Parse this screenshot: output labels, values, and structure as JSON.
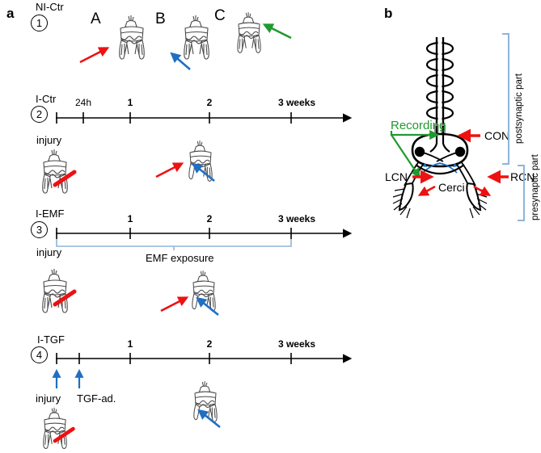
{
  "figure": {
    "panels": [
      {
        "letter": "a",
        "name": "experimental-timeline-panel"
      },
      {
        "letter": "b",
        "name": "cricket-nervous-system-panel"
      }
    ]
  },
  "panel_a": {
    "letter": "a",
    "row1": {
      "group_label": "NI-Ctr",
      "number": "1",
      "specimens": [
        {
          "label": "A",
          "arrow": "red-arrow",
          "arrow_color": "#ee1111"
        },
        {
          "label": "B",
          "arrow": "blue-arrow",
          "arrow_color": "#1f6fc4"
        },
        {
          "label": "C",
          "arrow": "green-arrow",
          "arrow_color": "#1f9a2f"
        }
      ]
    },
    "row2": {
      "group_label": "I-Ctr",
      "number": "2",
      "ticks": [
        {
          "label": "",
          "bold": false
        },
        {
          "label": "24h",
          "bold": false
        },
        {
          "label": "1",
          "bold": true
        },
        {
          "label": "2",
          "bold": true
        },
        {
          "label": "3 weeks",
          "bold": true
        }
      ],
      "injury_label": "injury"
    },
    "row3": {
      "group_label": "I-EMF",
      "number": "3",
      "ticks": [
        {
          "label": "",
          "bold": false
        },
        {
          "label": "1",
          "bold": true
        },
        {
          "label": "2",
          "bold": true
        },
        {
          "label": "3 weeks",
          "bold": true
        }
      ],
      "injury_label": "injury",
      "bracket_label": "EMF exposure"
    },
    "row4": {
      "group_label": "I-TGF",
      "number": "4",
      "ticks": [
        {
          "label": "",
          "bold": false
        },
        {
          "label": "",
          "bold": false
        },
        {
          "label": "1",
          "bold": true
        },
        {
          "label": "2",
          "bold": true
        },
        {
          "label": "3 weeks",
          "bold": true
        }
      ],
      "injury_label": "injury",
      "treatment_label": "TGF-ad."
    }
  },
  "panel_b": {
    "letter": "b",
    "labels": {
      "recording": "Recording",
      "con": "CON",
      "lcn": "LCN",
      "rcn": "RCN",
      "cerci": "Cerci",
      "postsynaptic": "postsynaptic part",
      "presynaptic": "presynaptic part"
    },
    "ganglia_count": 5
  },
  "colors": {
    "red": "#ee1111",
    "blue": "#1f6fc4",
    "green": "#1f9a2f",
    "bracket_blue": "#8fb4d9",
    "black": "#000000"
  }
}
